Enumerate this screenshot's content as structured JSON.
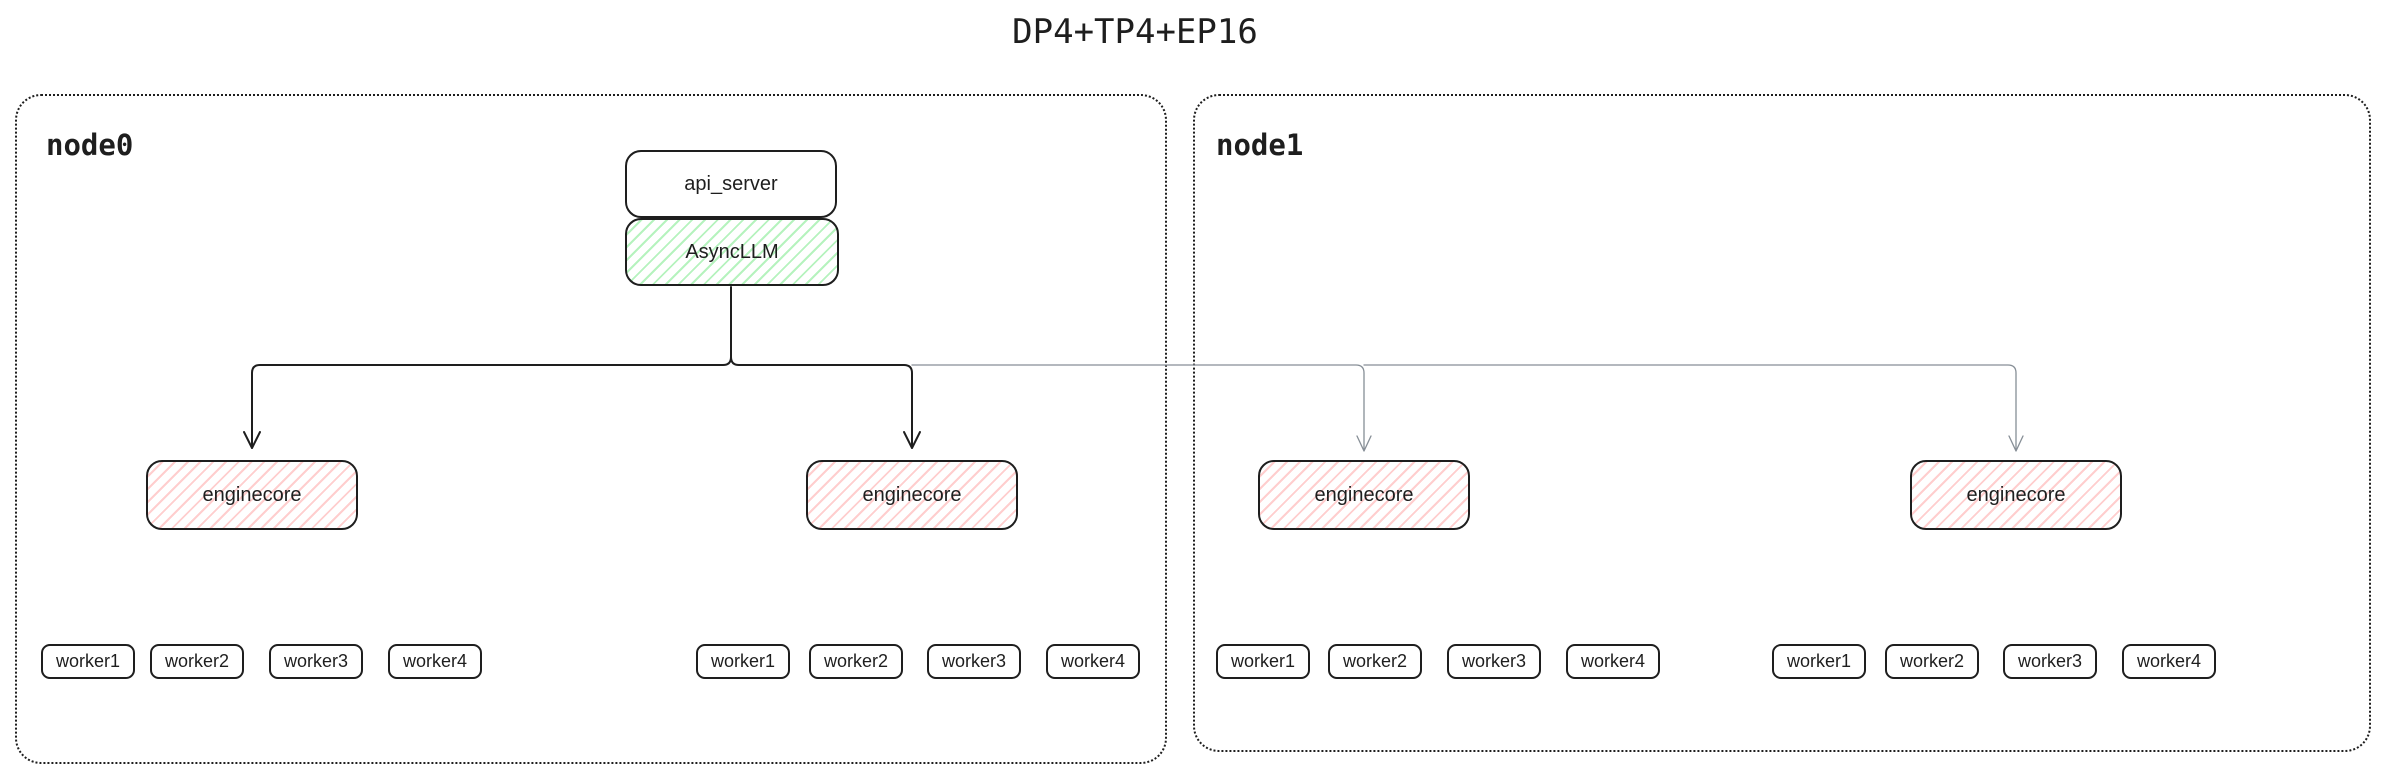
{
  "title": "DP4+TP4+EP16",
  "nodes": [
    {
      "label": "node0",
      "api_server_label": "api_server",
      "asyncllm_label": "AsyncLLM",
      "enginecores": [
        {
          "label": "enginecore",
          "workers": [
            "worker1",
            "worker2",
            "worker3",
            "worker4"
          ]
        },
        {
          "label": "enginecore",
          "workers": [
            "worker1",
            "worker2",
            "worker3",
            "worker4"
          ]
        }
      ]
    },
    {
      "label": "node1",
      "enginecores": [
        {
          "label": "enginecore",
          "workers": [
            "worker1",
            "worker2",
            "worker3",
            "worker4"
          ]
        },
        {
          "label": "enginecore",
          "workers": [
            "worker1",
            "worker2",
            "worker3",
            "worker4"
          ]
        }
      ]
    }
  ],
  "colors": {
    "asyncllm_fill": "#b2f2bb",
    "enginecore_fill": "#ffc9c9",
    "stroke_dark": "#1e1e1e",
    "stroke_light": "#868e96"
  }
}
